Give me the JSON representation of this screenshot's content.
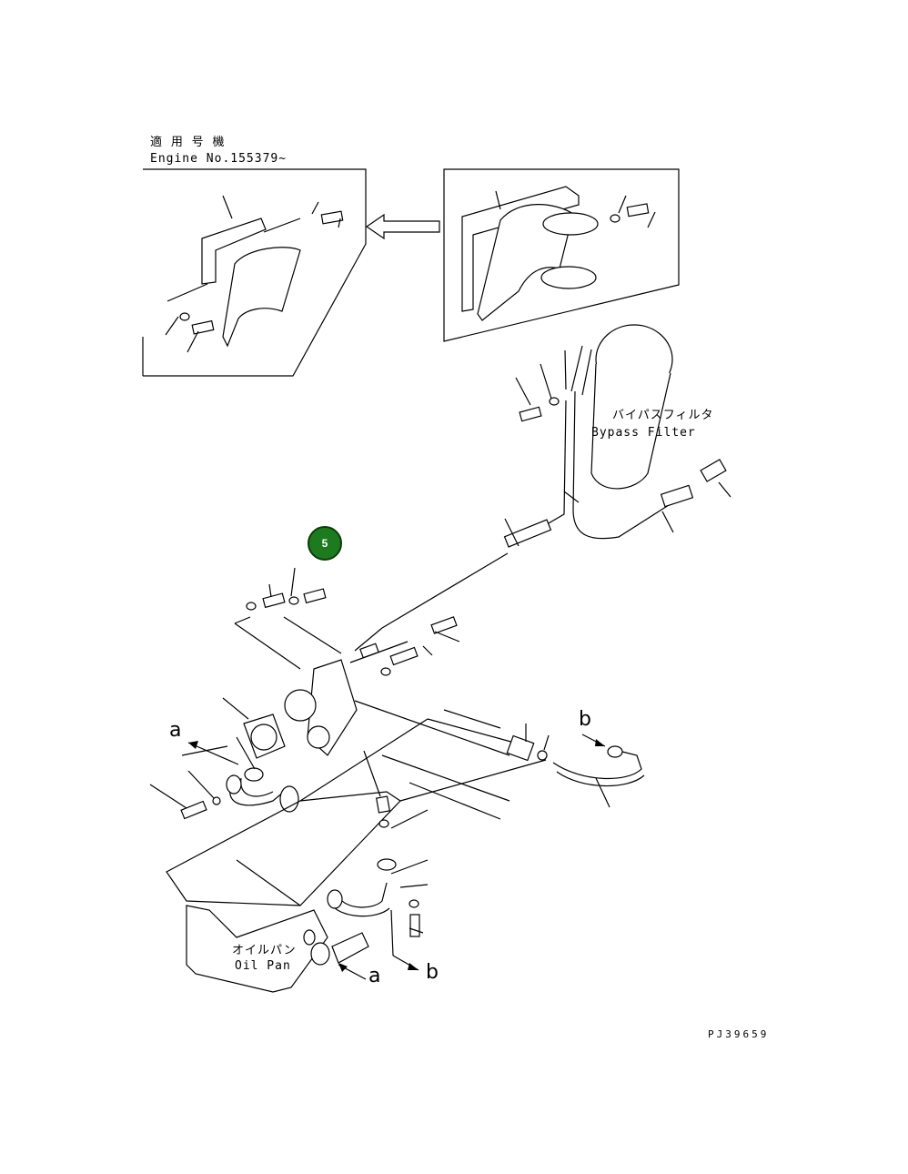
{
  "applicability": {
    "title_jp": "適 用 号 機",
    "engine_no": "Engine No.155379~"
  },
  "bypass_filter": {
    "jp": "バイパスフィルタ",
    "en": "Bypass Filter"
  },
  "oil_pan": {
    "jp": "オイルパン",
    "en": "Oil Pan"
  },
  "ref_a1": "a",
  "ref_a2": "a",
  "ref_b1": "b",
  "ref_b2": "b",
  "callout": {
    "number": "5",
    "color": "#1e7a1e"
  },
  "drawing_no": "PJ39659"
}
